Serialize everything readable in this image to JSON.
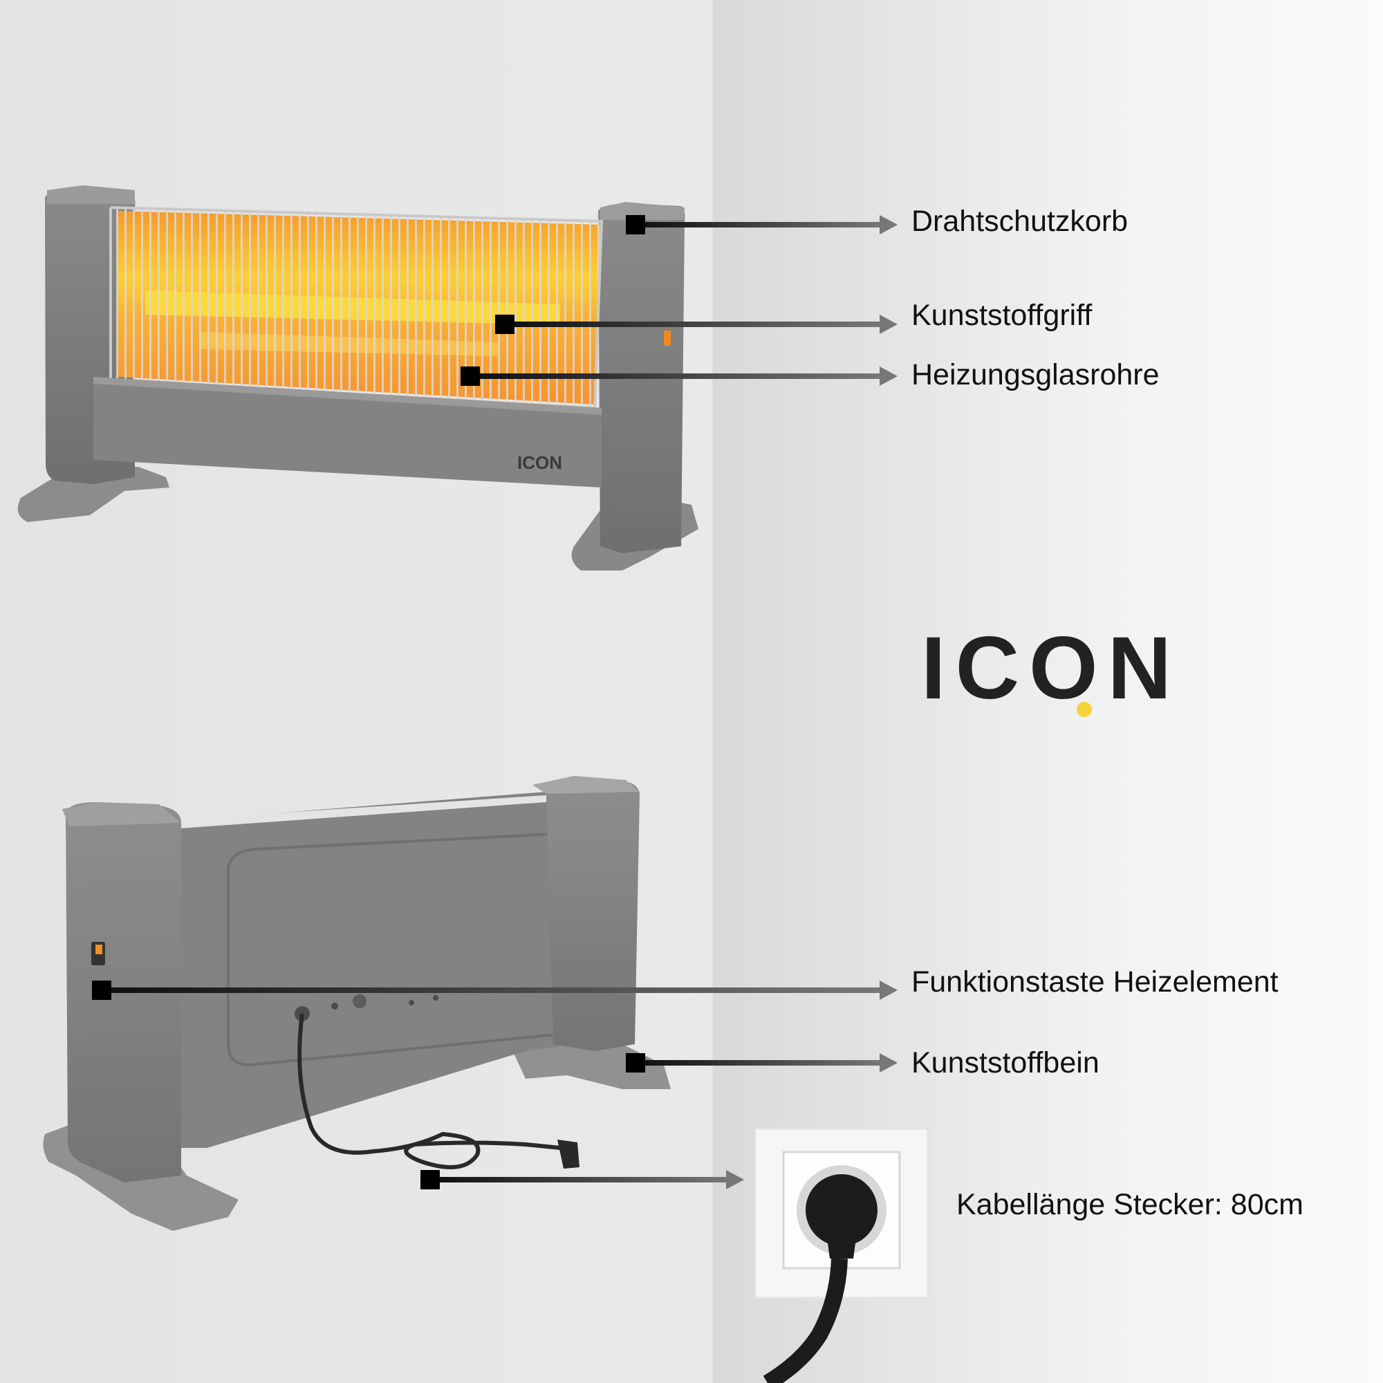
{
  "brand": {
    "wordmark": "ICON",
    "heater_logo": "ICON",
    "accent_color": "#f5d33a",
    "text_color": "#222222"
  },
  "callouts": [
    {
      "label": "Drahtschutzkorb"
    },
    {
      "label": "Kunststoffgriff"
    },
    {
      "label": "Heizungsglasrohre"
    },
    {
      "label": "Funktionstaste Heizelement"
    },
    {
      "label": "Kunststoffbein"
    },
    {
      "label": "Kabellänge Stecker: 80cm"
    }
  ],
  "colors": {
    "heater_body": "#7d7d7d",
    "heater_glow": "#f7a21e",
    "marker": "#000000",
    "arrow": "#6e6e6e",
    "socket": "#f4f4f4"
  }
}
